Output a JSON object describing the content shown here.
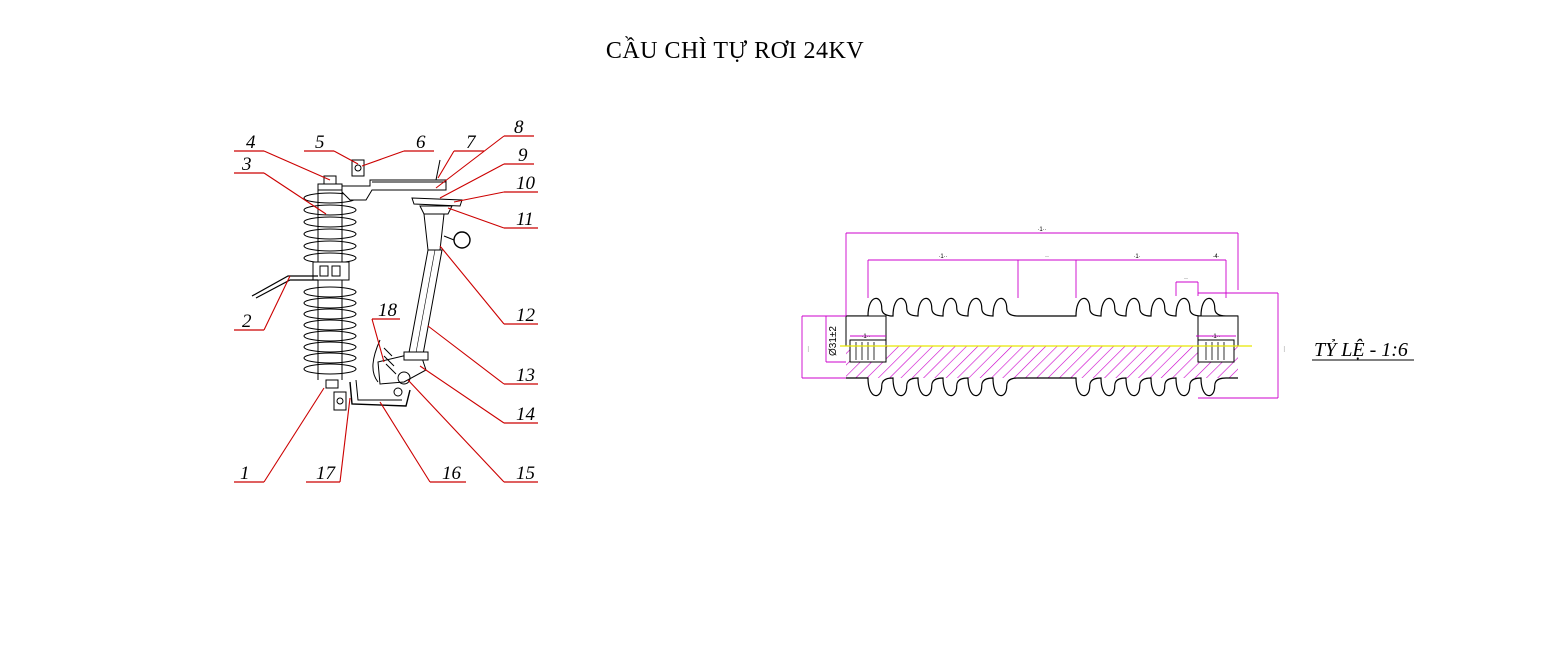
{
  "title": "CẦU CHÌ TỰ RƠI 24KV",
  "scale_label": "TỶ LỆ - 1:6",
  "diameter_label": "Ø31±2",
  "part_numbers": [
    "1",
    "2",
    "3",
    "4",
    "5",
    "6",
    "7",
    "8",
    "9",
    "10",
    "11",
    "12",
    "13",
    "14",
    "15",
    "16",
    "17",
    "18"
  ],
  "colors": {
    "leader": "#cc0000",
    "dimension": "#cc00cc",
    "centerline": "#e8e800",
    "outline": "#000000"
  }
}
